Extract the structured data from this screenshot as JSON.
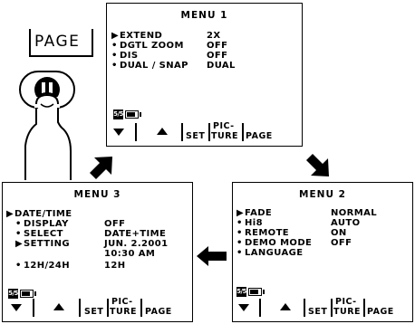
{
  "page_button": {
    "label": "PAGE"
  },
  "menu1": {
    "title": "MENU 1",
    "items": [
      {
        "marker": "▶",
        "label": "EXTEND",
        "value": "2X"
      },
      {
        "marker": "•",
        "label": "DGTL ZOOM",
        "value": "OFF"
      },
      {
        "marker": "•",
        "label": "DIS",
        "value": "OFF"
      },
      {
        "marker": "•",
        "label": "DUAL / SNAP",
        "value": "DUAL"
      }
    ],
    "battery": "5/5"
  },
  "menu2": {
    "title": "MENU 2",
    "items": [
      {
        "marker": "▶",
        "label": "FADE",
        "value": "NORMAL"
      },
      {
        "marker": "•",
        "label": "Hi8",
        "value": "AUTO"
      },
      {
        "marker": "•",
        "label": "REMOTE",
        "value": "ON"
      },
      {
        "marker": "•",
        "label": "DEMO MODE",
        "value": "OFF"
      },
      {
        "marker": "•",
        "label": "LANGUAGE",
        "value": ""
      }
    ],
    "battery": "5/5"
  },
  "menu3": {
    "title": "MENU 3",
    "items": [
      {
        "marker": "▶",
        "label": "DATE/TIME",
        "value": ""
      },
      {
        "marker": "•",
        "label": "DISPLAY",
        "value": "OFF"
      },
      {
        "marker": "•",
        "label": "SELECT",
        "value": "DATE+TIME"
      },
      {
        "marker": "▶",
        "label": "SETTING",
        "value": "JUN. 2.2001"
      },
      {
        "marker": "",
        "label": "",
        "value": "10:30 AM"
      },
      {
        "marker": "•",
        "label": "12H/24H",
        "value": "12H"
      }
    ],
    "battery": "5/5"
  },
  "buttons": {
    "set": "SET",
    "picture_top": "PIC-",
    "picture_bottom": "TURE",
    "page": "PAGE"
  },
  "icons": {
    "down": "down-triangle-icon",
    "up": "up-triangle-icon",
    "battery": "battery-icon",
    "finger": "finger-press-icon",
    "arrow": "flow-arrow-icon"
  }
}
